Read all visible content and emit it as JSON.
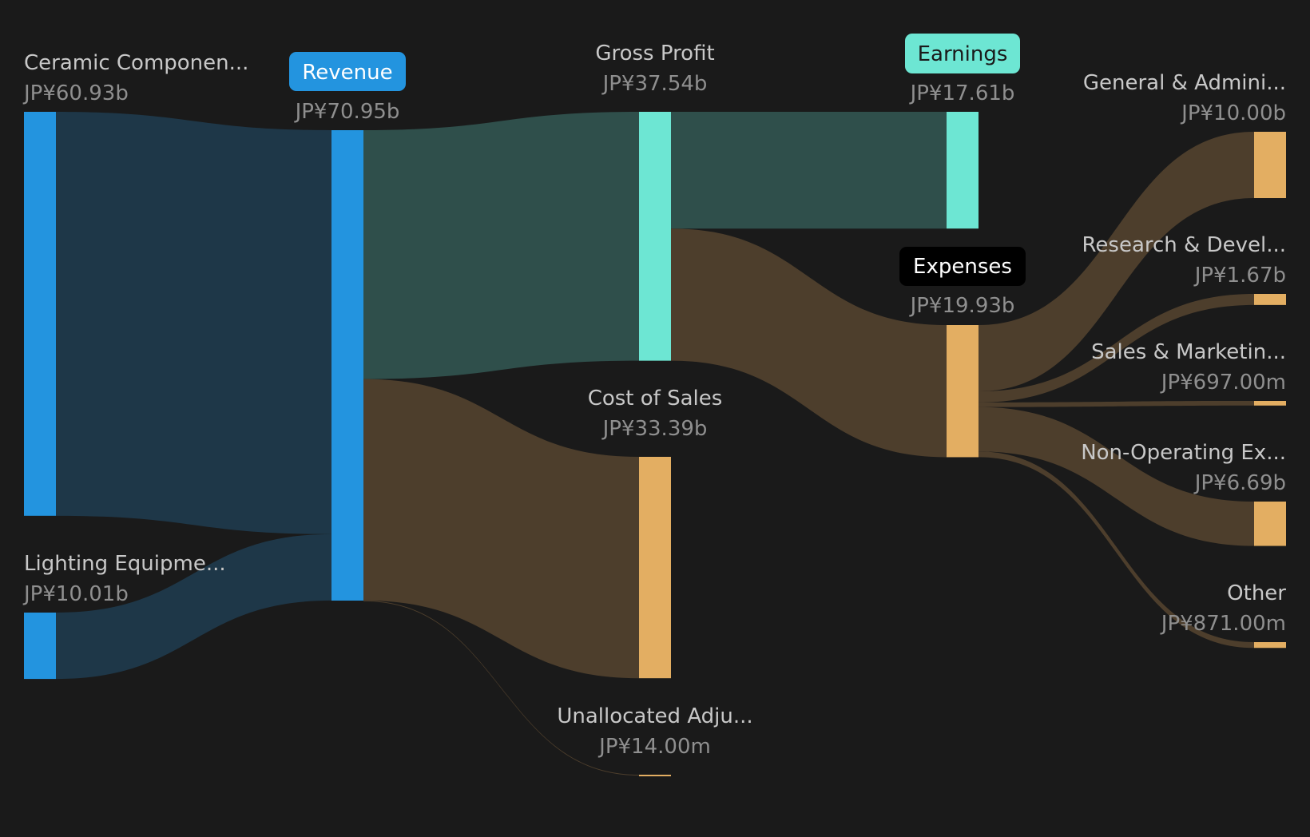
{
  "chart_data": {
    "type": "sankey",
    "title": "",
    "currency": "JP¥",
    "nodes": [
      {
        "id": "ceramic",
        "name": "Ceramic Componen...",
        "value": 60.93,
        "value_label": "JP¥60.93b",
        "color": "#2394df"
      },
      {
        "id": "lighting",
        "name": "Lighting Equipme...",
        "value": 10.01,
        "value_label": "JP¥10.01b",
        "color": "#2394df"
      },
      {
        "id": "revenue",
        "name": "Revenue",
        "value": 70.95,
        "value_label": "JP¥70.95b",
        "color": "#2394df"
      },
      {
        "id": "gross_profit",
        "name": "Gross Profit",
        "value": 37.54,
        "value_label": "JP¥37.54b",
        "color": "#6de6d3"
      },
      {
        "id": "cost_of_sales",
        "name": "Cost of Sales",
        "value": 33.39,
        "value_label": "JP¥33.39b",
        "color": "#e3ae62"
      },
      {
        "id": "unallocated",
        "name": "Unallocated Adju...",
        "value": 0.014,
        "value_label": "JP¥14.00m",
        "color": "#e3ae62"
      },
      {
        "id": "earnings",
        "name": "Earnings",
        "value": 17.61,
        "value_label": "JP¥17.61b",
        "color": "#6de6d3"
      },
      {
        "id": "expenses",
        "name": "Expenses",
        "value": 19.93,
        "value_label": "JP¥19.93b",
        "color": "#e3ae62"
      },
      {
        "id": "ga",
        "name": "General & Admini...",
        "value": 10.0,
        "value_label": "JP¥10.00b",
        "color": "#e3ae62"
      },
      {
        "id": "rd",
        "name": "Research & Devel...",
        "value": 1.67,
        "value_label": "JP¥1.67b",
        "color": "#e3ae62"
      },
      {
        "id": "sm",
        "name": "Sales & Marketin...",
        "value": 0.697,
        "value_label": "JP¥697.00m",
        "color": "#e3ae62"
      },
      {
        "id": "nonop",
        "name": "Non-Operating Ex...",
        "value": 6.69,
        "value_label": "JP¥6.69b",
        "color": "#e3ae62"
      },
      {
        "id": "other",
        "name": "Other",
        "value": 0.871,
        "value_label": "JP¥871.00m",
        "color": "#e3ae62"
      }
    ],
    "links": [
      {
        "source": "ceramic",
        "target": "revenue",
        "value": 60.93,
        "color": "#1e3748"
      },
      {
        "source": "lighting",
        "target": "revenue",
        "value": 10.01,
        "color": "#1e3748"
      },
      {
        "source": "revenue",
        "target": "gross_profit",
        "value": 37.54,
        "color": "#2f4f4b"
      },
      {
        "source": "revenue",
        "target": "cost_of_sales",
        "value": 33.39,
        "color": "#4d3e2c"
      },
      {
        "source": "revenue",
        "target": "unallocated",
        "value": 0.014,
        "color": "#4d3e2c"
      },
      {
        "source": "gross_profit",
        "target": "earnings",
        "value": 17.61,
        "color": "#2f4f4b"
      },
      {
        "source": "gross_profit",
        "target": "expenses",
        "value": 19.93,
        "color": "#4d3e2c"
      },
      {
        "source": "expenses",
        "target": "ga",
        "value": 10.0,
        "color": "#4d3e2c"
      },
      {
        "source": "expenses",
        "target": "rd",
        "value": 1.67,
        "color": "#4d3e2c"
      },
      {
        "source": "expenses",
        "target": "sm",
        "value": 0.697,
        "color": "#4d3e2c"
      },
      {
        "source": "expenses",
        "target": "nonop",
        "value": 6.69,
        "color": "#4d3e2c"
      },
      {
        "source": "expenses",
        "target": "other",
        "value": 0.871,
        "color": "#4d3e2c"
      }
    ]
  }
}
